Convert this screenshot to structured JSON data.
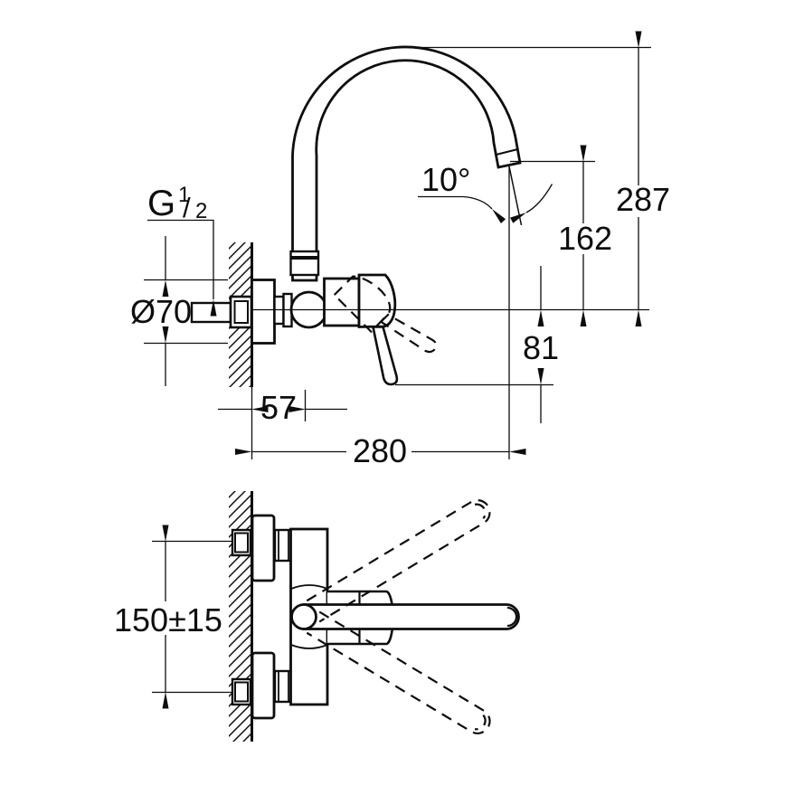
{
  "drawing": {
    "title": "wall-mounted-single-lever-sink-mixer-dimension-drawing",
    "background": "#ffffff",
    "line_color": "#0d0d0d",
    "labels": {
      "thread_g": "G",
      "thread_num": "1",
      "thread_slash": "/",
      "thread_den": "2",
      "escutcheon_diameter": "Ø70",
      "wall_to_spout_axis": "57",
      "spout_reach": "280",
      "outlet_angle": "10°",
      "height_above_axis": "287",
      "outlet_height": "162",
      "lever_drop": "81",
      "connection_spacing": "150±15"
    }
  }
}
